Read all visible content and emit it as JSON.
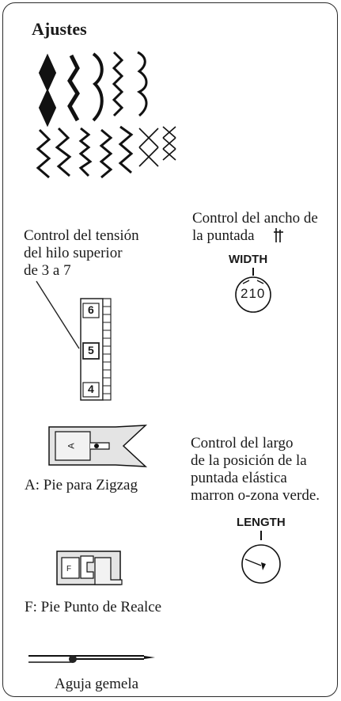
{
  "title": "Ajustes",
  "tension": {
    "label_lines": [
      "Control del tensión",
      "del hilo superior",
      "de 3 a 7"
    ],
    "dial_numbers": [
      "6",
      "5",
      "4"
    ]
  },
  "width": {
    "label_lines": [
      "Control del ancho de",
      "la puntada"
    ],
    "dial_title": "WIDTH",
    "dial_text": "210"
  },
  "length": {
    "label_lines": [
      "Control del largo",
      "de la posición de la",
      "puntada elástica",
      "marron o-zona verde."
    ],
    "dial_title": "LENGTH"
  },
  "feet": [
    {
      "caption": "A: Pie para Zigzag",
      "letter": "A"
    },
    {
      "caption": "F: Pie Punto de Realce",
      "letter": "F"
    }
  ],
  "needle": {
    "caption": "Aguja gemela"
  },
  "icons": {
    "stitch_patterns": "stitch-patterns-icon",
    "width_marker": "needle-marker-icon"
  }
}
